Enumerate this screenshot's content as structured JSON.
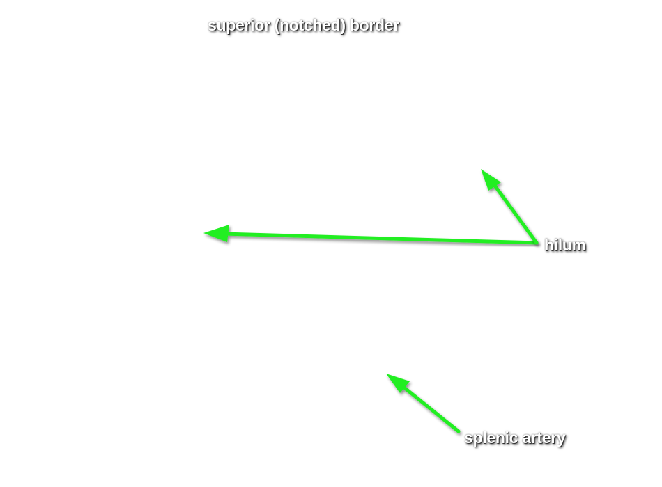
{
  "labels": {
    "superior_border": "superior (notched) border",
    "hilum": "hilum",
    "splenic_artery": "splenic artery"
  },
  "colors": {
    "arrow": "#22ee22",
    "label_text": "#ffffff",
    "label_shadow": "#333333",
    "background": "#ffffff"
  }
}
